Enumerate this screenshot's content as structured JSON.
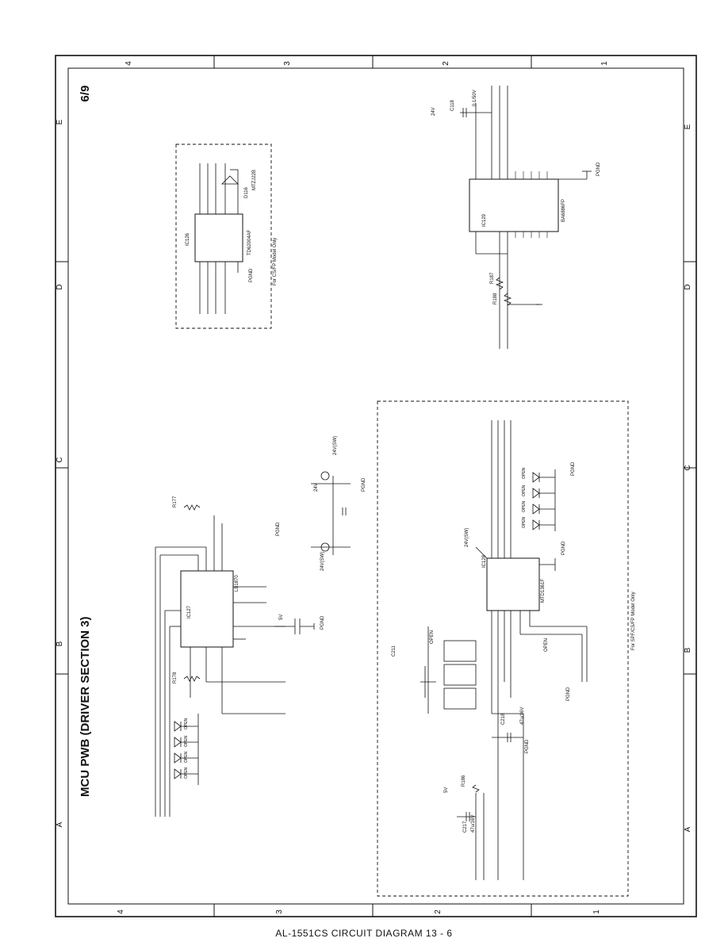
{
  "page": {
    "title": "MCU PWB (DRIVER SECTION 3)",
    "sheet": "6/9",
    "footer": "AL-1551CS CIRCUIT DIAGRAM 13 - 6"
  },
  "frame": {
    "row_letters": [
      "A",
      "B",
      "C",
      "D",
      "E"
    ],
    "column_numbers": [
      "4",
      "3",
      "2",
      "1"
    ]
  },
  "blocks": {
    "top_dashed_note": "For CS/FP Model Only",
    "bottom_dashed_note": "For SPF/CS/FP Model Only"
  },
  "components": {
    "ic_top": "IC126",
    "ic_top_part": "TD62004AF",
    "ic_upper_right": "IC129",
    "ic_upper_right_part": "BA6886FP",
    "ic_mid_left": "IC127",
    "ic_mid_left_part": "LB1870",
    "ic_lower": "IC128",
    "ic_lower_part": "MTD1361F",
    "diode_top": "D116",
    "diode_top_part": "MTZJ22B",
    "cap_c118": "C118",
    "cap_c118_val": "0.1/50V",
    "resistor_r187": "R187",
    "resistor_r188": "R188",
    "resistor_r177": "R177",
    "resistor_r178": "R178",
    "resistor_r186": "R186",
    "cap_c218": "C218",
    "cap_c218_val": "47u/16V",
    "cap_c217": "C217",
    "cap_c217_val": "47u/16V",
    "cap_c211": "C211",
    "open_label": "OPEN",
    "pgnd": "PGND",
    "v24": "24V",
    "v5": "5V",
    "sw24": "24V(SW)"
  }
}
